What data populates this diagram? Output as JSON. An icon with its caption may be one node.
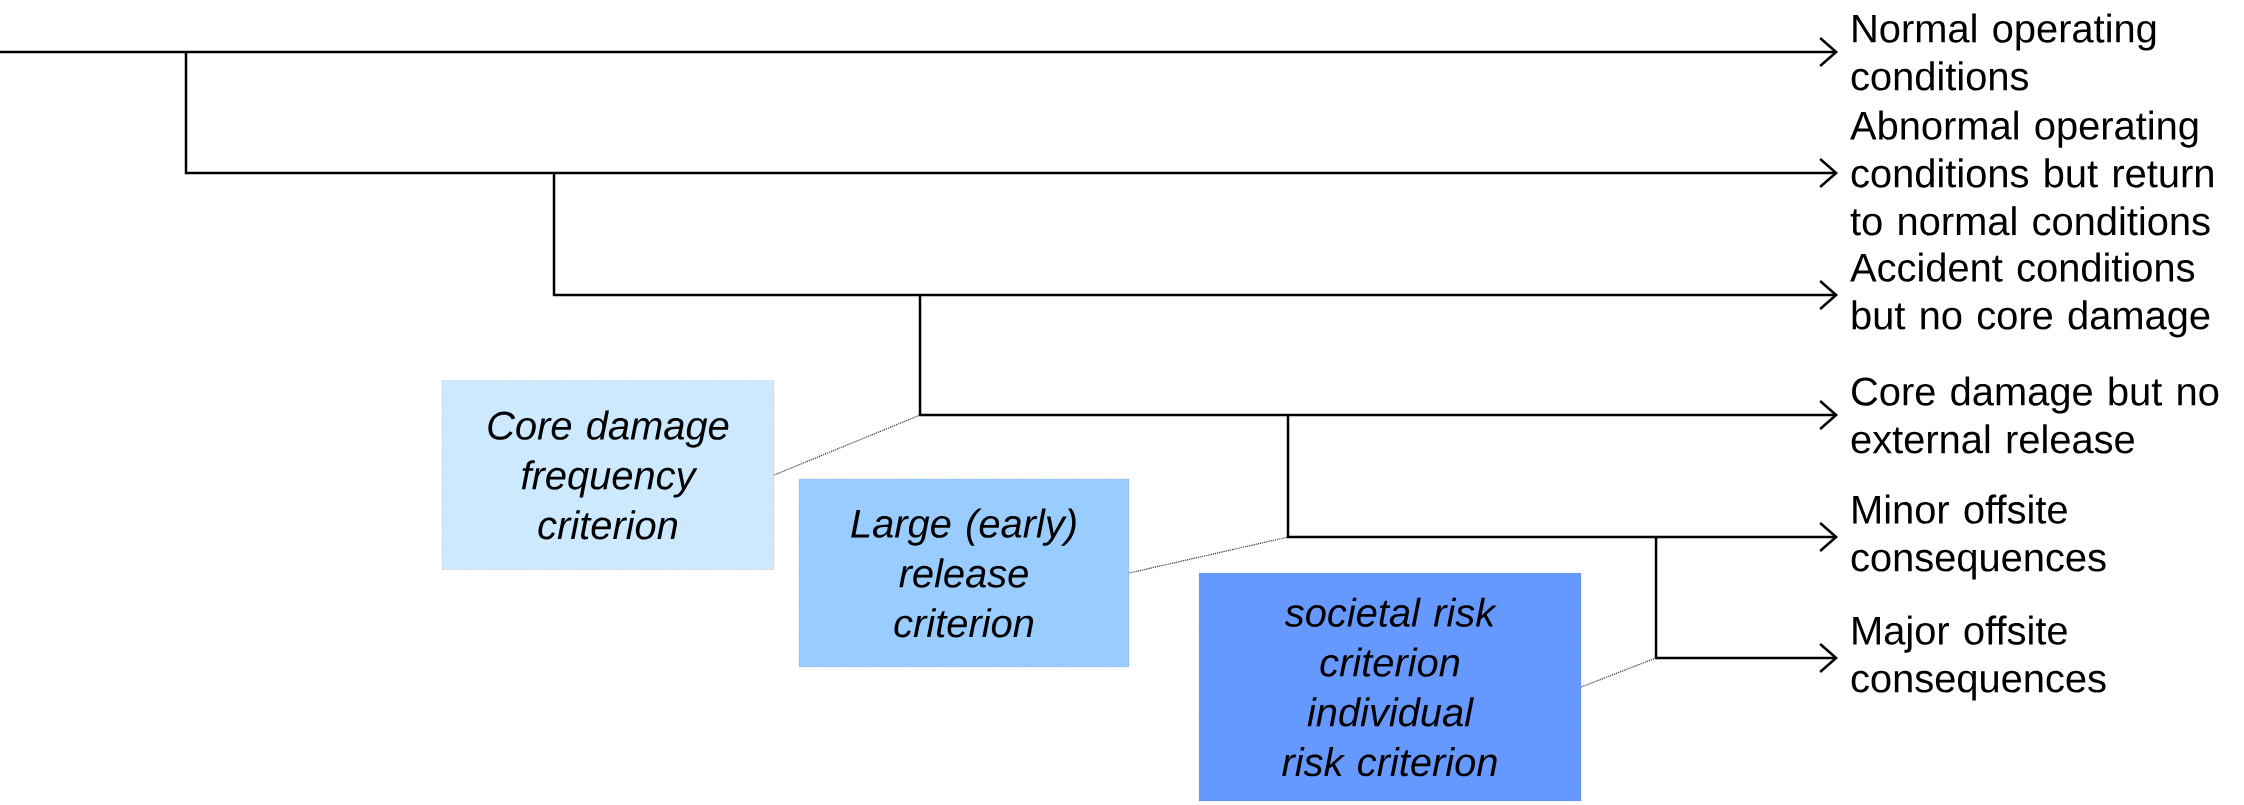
{
  "diagram": {
    "nodes": [
      {
        "text": [
          "Normal operating conditions"
        ]
      },
      {
        "text": [
          "Abnormal operating conditions but return to normal conditions"
        ]
      },
      {
        "text": [
          "Accident conditions but no core damage"
        ]
      },
      {
        "text": [
          "Core damage but no external release"
        ]
      },
      {
        "text": [
          "Minor offsite consequences"
        ]
      },
      {
        "text": [
          "Major offsite consequences"
        ]
      },
      {
        "text": [
          "Core damage frequency criterion"
        ]
      },
      {
        "text": [
          "Large (early) release criterion"
        ]
      },
      {
        "text": [
          "societal risk criterion",
          "individual risk criterion"
        ]
      }
    ],
    "edges": [
      {
        "from": null,
        "to": 0,
        "arrow": "to"
      },
      {
        "from": null,
        "to": 1,
        "arrow": "to"
      },
      {
        "from": null,
        "to": 2,
        "arrow": "to"
      },
      {
        "from": null,
        "to": 3,
        "arrow": "to"
      },
      {
        "from": null,
        "to": 4,
        "arrow": "to"
      },
      {
        "from": null,
        "to": 5,
        "arrow": "to"
      },
      {
        "from": 6,
        "to": null,
        "arrow": "none",
        "style": "dashed"
      },
      {
        "from": 7,
        "to": null,
        "arrow": "none",
        "style": "dashed"
      },
      {
        "from": 8,
        "to": null,
        "arrow": "none",
        "style": "dashed"
      }
    ]
  }
}
